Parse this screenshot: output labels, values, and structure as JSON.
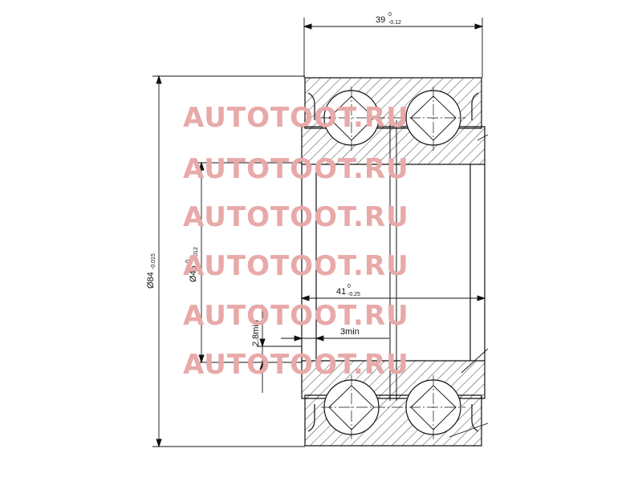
{
  "dimensions": {
    "width_39": {
      "base": "39",
      "sup": "0",
      "sub": "-0.12"
    },
    "dia_84": {
      "base": "Ø84",
      "sup": "",
      "sub": "-0.015"
    },
    "dia_45": {
      "base": "Ø45",
      "sup": "0",
      "sub": "-0.012"
    },
    "width_41": {
      "base": "41",
      "sup": "0",
      "sub": "-0.25"
    },
    "min_28": "2.8min",
    "min_3": "3min"
  },
  "watermark": "AUTOTOOT.RU",
  "colors": {
    "line": "#111111",
    "watermark": "#e8a9a9"
  }
}
